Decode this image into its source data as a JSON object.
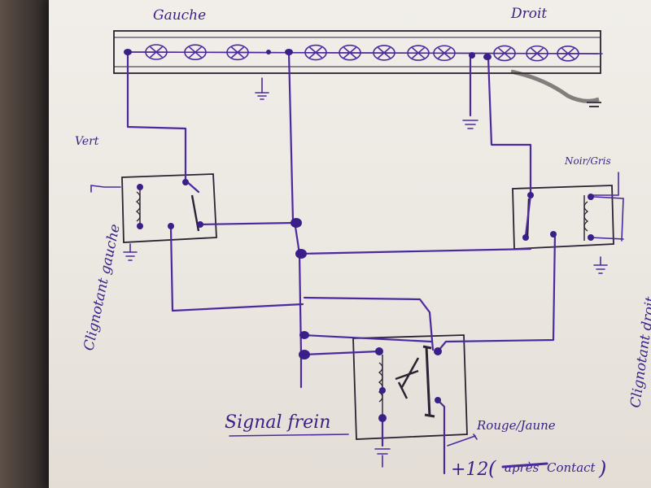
{
  "labels": {
    "left": "Gauche",
    "right": "Droit",
    "green": "Vert",
    "black_grey": "Noir/Gris",
    "left_blinker": "Clignotant gauche",
    "right_blinker": "Clignotant droit",
    "brake_signal": "Signal frein",
    "red_yellow": "Rouge/Jaune",
    "supply_prefix": "+12",
    "supply_struck": "après",
    "supply_contact": "Contact"
  },
  "colors": {
    "ink": "#4b2aa0",
    "pencil": "#2b2233",
    "paper": "#ebe7e1"
  }
}
